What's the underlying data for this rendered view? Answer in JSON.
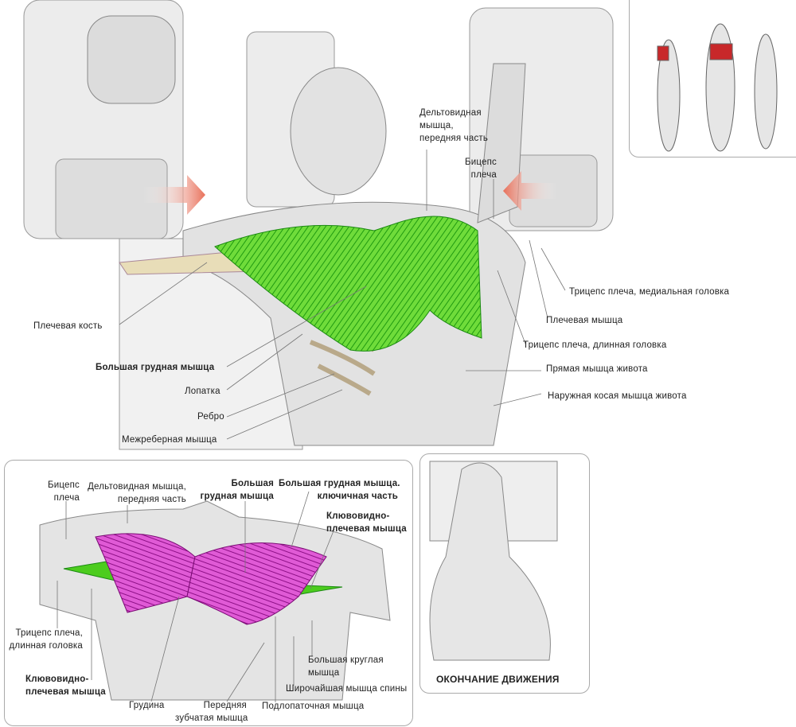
{
  "main": {
    "labels": {
      "deltoid_1": "Дельтовидная",
      "deltoid_2": "мышца,",
      "deltoid_3": "передняя часть",
      "biceps_1": "Бицепс",
      "biceps_2": "плеча",
      "triceps_medial": "Трицепс плеча, медиальная головка",
      "brachialis": "Плечевая мышца",
      "triceps_long": "Трицепс плеча, длинная головка",
      "rectus": "Прямая мышца живота",
      "oblique": "Наружная косая мышца живота",
      "humerus": "Плечевая кость",
      "pec_major": "Большая грудная мышца",
      "scapula": "Лопатка",
      "rib": "Ребро",
      "intercostal": "Межреберная мышца"
    }
  },
  "detail": {
    "labels": {
      "biceps_1": "Бицепс",
      "biceps_2": "плеча",
      "deltoid_1": "Дельтовидная мышца,",
      "deltoid_2": "передняя часть",
      "pec_1": "Большая",
      "pec_2": "грудная мышца",
      "clav_1": "Большая грудная мышца.",
      "clav_2": "ключичная часть",
      "coraco_r1": "Клювовидно-",
      "coraco_r2": "плечевая мышца",
      "triceps_1": "Трицепс плеча,",
      "triceps_2": "длинная головка",
      "coraco_l1": "Клювовидно-",
      "coraco_l2": "плечевая мышца",
      "sternum": "Грудина",
      "serratus_1": "Передняя",
      "serratus_2": "зубчатая мышца",
      "subscap": "Подлопаточная мышца",
      "teres_1": "Большая круглая",
      "teres_2": "мышца",
      "lats": "Широчайшая мышца спины"
    }
  },
  "end_panel": {
    "caption": "ОКОНЧАНИЕ ДВИЖЕНИЯ"
  },
  "colors": {
    "target": "#3ccc1e",
    "detail": "#c21fb5",
    "arrow": "#e8705a",
    "inset_highlight": "#c8282a"
  }
}
